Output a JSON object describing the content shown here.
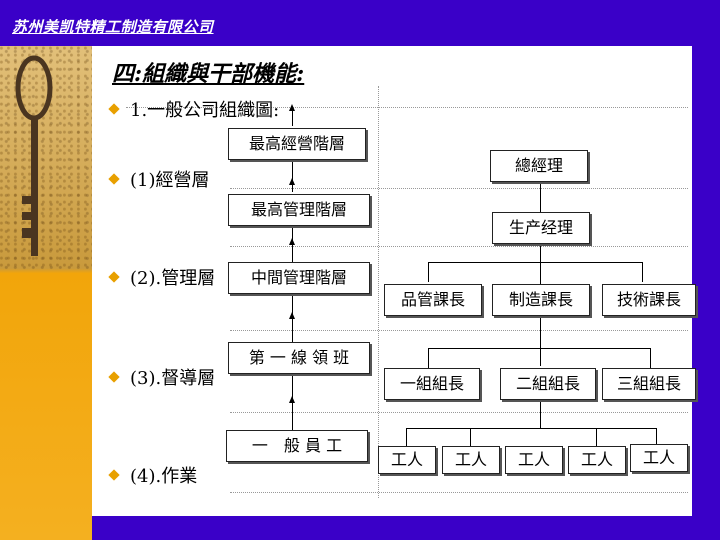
{
  "header": {
    "company": "苏州美凯特精工制造有限公司"
  },
  "title": "四:組織與干部機能:",
  "bullets": [
    "1.一般公司組織圖:",
    "(1)經營層",
    "(2).管理層",
    "(3).督導層",
    "(4).作業"
  ],
  "hierarchy": [
    "最高經營階層",
    "最高管理階層",
    "中間管理階層",
    "第 一 線 領 班",
    "一　般 員 工"
  ],
  "org": {
    "gm": "總經理",
    "prod_mgr": "生产经理",
    "sections": [
      "品管課長",
      "制造課長",
      "技術課長"
    ],
    "groups": [
      "一組組長",
      "二組組長",
      "三組組長"
    ],
    "workers": [
      "工人",
      "工人",
      "工人",
      "工人",
      "工人"
    ]
  },
  "colors": {
    "frame": "#3a00c8",
    "bullet": "#e8a000",
    "panel": "#f2a50a"
  }
}
